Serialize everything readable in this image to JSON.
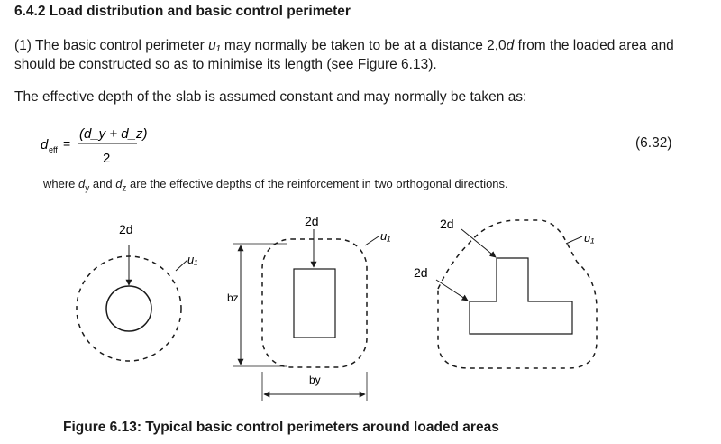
{
  "section": {
    "heading": "6.4.2 Load distribution and basic control perimeter"
  },
  "paragraph1": {
    "lead": "(1) The basic control perimeter ",
    "symbol": "u₁",
    "middle": " may normally be taken to be at a distance 2,0",
    "d_symbol": "d",
    "tail": " from the loaded area and should be constructed so as to minimise its length (see Figure 6.13)."
  },
  "paragraph2": "The effective depth of the slab is assumed constant and may normally be taken as:",
  "equation": {
    "lhs": "d",
    "lhs_sub": "eff",
    "equals": "=",
    "numerator": "(d_y + d_z)",
    "denominator": "2",
    "number": "(6.32)"
  },
  "where_text": {
    "pre": "where ",
    "dy": "d",
    "dy_sub": "y",
    "mid": " and ",
    "dz": "d",
    "dz_sub": "z",
    "post": " are the effective depths of the reinforcement in two orthogonal directions."
  },
  "figure": {
    "label_2d": "2d",
    "label_u1": "u₁",
    "label_bz": "bz",
    "label_by": "by",
    "caption": "Figure 6.13: Typical basic control perimeters around loaded areas"
  }
}
